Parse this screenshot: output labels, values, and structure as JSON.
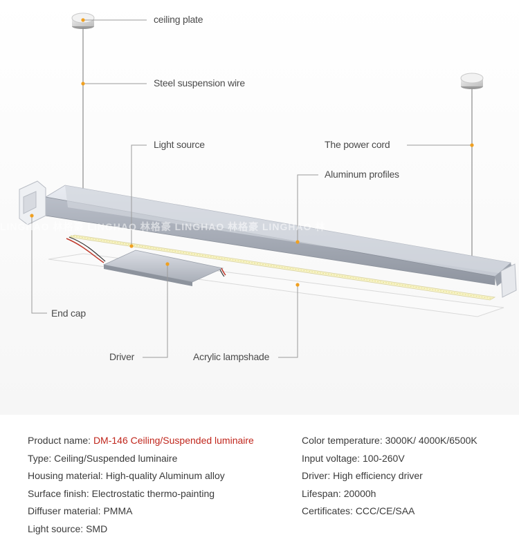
{
  "callouts": {
    "ceiling_plate": "ceiling plate",
    "suspension_wire": "Steel suspension wire",
    "light_source": "Light source",
    "power_cord": "The power cord",
    "aluminum_profiles": "Aluminum profiles",
    "end_cap": "End cap",
    "driver": "Driver",
    "acrylic_lampshade": "Acrylic lampshade"
  },
  "watermark": "LINGHAO 林格豪 LINGHAO 林格豪 LINGHAO 林格豪 LINGHAO 林",
  "specs": {
    "left": [
      {
        "label": "Product name: ",
        "value": "DM-146 Ceiling/Suspended luminaire"
      },
      {
        "label": "Type: ",
        "value": "Ceiling/Suspended luminaire"
      },
      {
        "label": "Housing material: ",
        "value": "High-quality Aluminum alloy"
      },
      {
        "label": "Surface finish: ",
        "value": "Electrostatic thermo-painting"
      },
      {
        "label": "Diffuser material: ",
        "value": "PMMA"
      },
      {
        "label": "Light source: ",
        "value": "SMD"
      }
    ],
    "right": [
      {
        "label": "Color temperature: ",
        "value": "3000K/ 4000K/6500K"
      },
      {
        "label": "Input voltage: ",
        "value": "100-260V"
      },
      {
        "label": "Driver: ",
        "value": "High efficiency driver"
      },
      {
        "label": "Lifespan: ",
        "value": "20000h"
      },
      {
        "label": "Certificates: ",
        "value": "CCC/CE/SAA"
      }
    ]
  },
  "colors": {
    "callout_dot": "#f0a020",
    "leader_line": "#9a9a9a",
    "product_name_highlight": "#c0261c",
    "spec_text": "#3a3a3a"
  }
}
